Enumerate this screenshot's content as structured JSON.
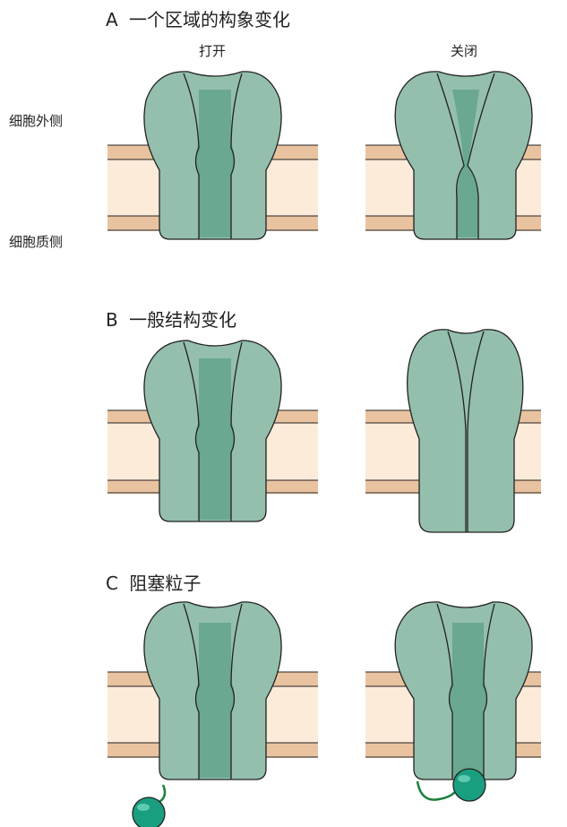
{
  "labels": {
    "open": "打开",
    "closed": "关闭",
    "extracellular": "细胞外侧",
    "cytoplasmic": "细胞质侧"
  },
  "sections": [
    {
      "letter": "A",
      "title": "一个区域的构象变化"
    },
    {
      "letter": "B",
      "title": "一般结构变化"
    },
    {
      "letter": "C",
      "title": "阻塞粒子"
    }
  ],
  "colors": {
    "protein": "#94bfad",
    "pore": "#6aa890",
    "membrane_band": "#e9c3a0",
    "membrane_core": "#fcebd9",
    "plug": "#1a9e80",
    "tether": "#1e7f3c"
  }
}
